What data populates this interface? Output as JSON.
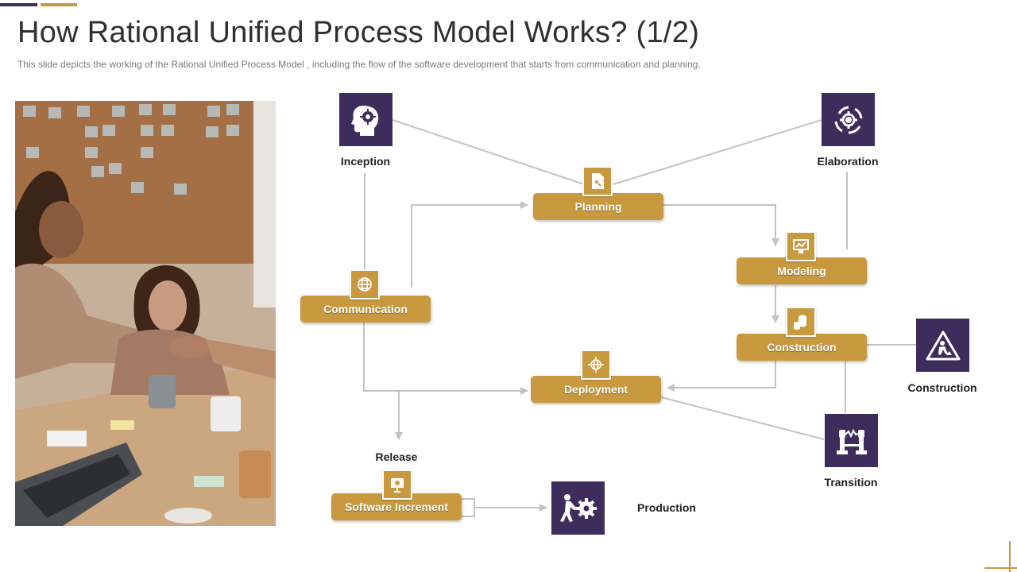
{
  "header": {
    "title": "How Rational Unified Process Model Works? (1/2)",
    "subtitle": "This slide depicts the working of the Rational Unified Process Model , including the flow of the software development that starts from communication and planning."
  },
  "colors": {
    "accent_dark": "#3d2c5c",
    "accent_gold": "#c9993f",
    "connector": "#c3c3c3"
  },
  "photo": {
    "icon": "team-meeting-handshake-photo"
  },
  "phases": {
    "inception": {
      "label": "Inception",
      "icon": "head-gear-icon"
    },
    "elaboration": {
      "label": "Elaboration",
      "icon": "cycle-gear-icon"
    },
    "construction": {
      "label": "Construction",
      "icon": "construction-sign-icon"
    },
    "transition": {
      "label": "Transition",
      "icon": "transition-machine-icon"
    },
    "production": {
      "label": "Production",
      "icon": "push-gear-icon"
    }
  },
  "steps": {
    "planning": {
      "label": "Planning",
      "icon": "planning-document-icon"
    },
    "modeling": {
      "label": "Modeling",
      "icon": "modeling-chart-icon"
    },
    "communication": {
      "label": "Communication",
      "icon": "communication-globe-icon"
    },
    "construction": {
      "label": "Construction",
      "icon": "construction-coins-icon"
    },
    "deployment": {
      "label": "Deployment",
      "icon": "deployment-globe-icon"
    },
    "software_increment": {
      "label": "Software Increment",
      "icon": "presentation-board-icon"
    }
  },
  "release_label": "Release"
}
